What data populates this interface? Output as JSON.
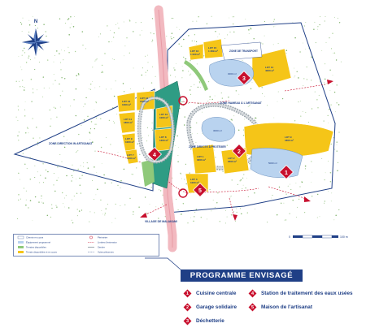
{
  "compass": {
    "north_label": "N"
  },
  "zones": {
    "artisanat_west": "ZONE DIRECTION IN ARTISANAT",
    "artisanat_east": "ZONE HAMEAU À L'ARTISANAT",
    "zone_center": "ZONE DIRECTE À PROTÉGER",
    "zone_transport": "ZONE DE TRANSPORT",
    "village": "VILLAGE DE MALAKAMI"
  },
  "lots": [
    {
      "name": "LOT 15",
      "area": "1 389 m²"
    },
    {
      "name": "LOT 14",
      "area": "4000 m²"
    },
    {
      "name": "LOT 16",
      "area": "1 000 m²"
    },
    {
      "name": "LOT 13",
      "area": "1300 m²"
    },
    {
      "name": "LOT 12",
      "area": "1500 m²"
    },
    {
      "name": "LOT 11",
      "area": "1800 m²"
    },
    {
      "name": "LOT 10",
      "area": "1000 m²"
    },
    {
      "name": "LOT 9",
      "area": "1000 m²"
    },
    {
      "name": "LOT 8",
      "area": "1300 m²"
    },
    {
      "name": "LOT 7",
      "area": "1300 m²"
    },
    {
      "name": "LOT 9",
      "area": "1800 m²"
    },
    {
      "name": "LOT 1",
      "area": "3000 m²"
    },
    {
      "name": "LOT 2",
      "area": "2000 m²"
    },
    {
      "name": "LOT 3",
      "area": "1000 m²"
    }
  ],
  "areas": {
    "pond_top": "3000 m²",
    "pond_mid": "3000 m²",
    "pond_east": "5000 m²"
  },
  "markers": [
    "1",
    "2",
    "3",
    "4",
    "5"
  ],
  "scale": {
    "zero": "0",
    "max": "100 m"
  },
  "legend": {
    "col1": [
      "Chemin en cours",
      "Équipement programmé",
      "Terrains disponibles",
      "Terrain disponibles et en cours"
    ],
    "col2": [
      "Périmètre",
      "Limites d'extension",
      "Sentier",
      "Voies piétonnes"
    ]
  },
  "programme": {
    "title": "PROGRAMME ENVISAGÉ",
    "items": [
      {
        "num": "1",
        "label": "Cuisine centrale"
      },
      {
        "num": "2",
        "label": "Garage solidaire"
      },
      {
        "num": "3",
        "label": "Déchetterie"
      },
      {
        "num": "4",
        "label": "Station de traitement des eaux usées"
      },
      {
        "num": "5",
        "label": "Maison de l'artisanat"
      }
    ]
  },
  "colors": {
    "lot_yellow": "#f5c518",
    "pond_blue": "#b9d3ef",
    "teal": "#2f9c84",
    "red": "#c8102e",
    "navy": "#1f3f86",
    "road_pink": "#f2b9c0"
  }
}
